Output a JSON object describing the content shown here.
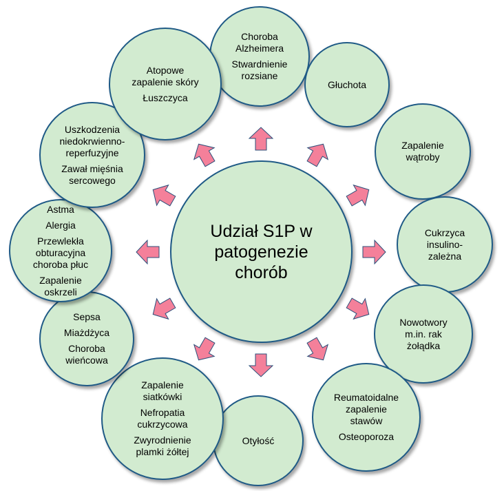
{
  "center": {
    "lines": [
      "Udział S1P w",
      "patogenezie",
      "chorób"
    ]
  },
  "diseases": [
    {
      "groups": [
        [
          "Choroba",
          "Alzheimera"
        ],
        [
          "Stwardnienie",
          "rozsiane"
        ]
      ]
    },
    {
      "groups": [
        [
          "Głuchota"
        ]
      ]
    },
    {
      "groups": [
        [
          "Zapalenie",
          "wątroby"
        ]
      ]
    },
    {
      "groups": [
        [
          "Cukrzyca",
          "insulino-",
          "zależna"
        ]
      ]
    },
    {
      "groups": [
        [
          "Nowotwory",
          "m.in. rak",
          "żołądka"
        ]
      ]
    },
    {
      "groups": [
        [
          "Reumatoidalne",
          "zapalenie",
          "stawów"
        ],
        [
          "Osteoporoza"
        ]
      ]
    },
    {
      "groups": [
        [
          "Otyłość"
        ]
      ]
    },
    {
      "groups": [
        [
          "Zapalenie",
          "siatkówki"
        ],
        [
          "Nefropatia",
          "cukrzycowa"
        ],
        [
          "Zwyrodnienie",
          "plamki żółtej"
        ]
      ]
    },
    {
      "groups": [
        [
          "Sepsa"
        ],
        [
          "Miażdżyca"
        ],
        [
          "Choroba",
          "wieńcowa"
        ]
      ]
    },
    {
      "groups": [
        [
          "Astma"
        ],
        [
          "Alergia"
        ],
        [
          "Przewlekła",
          "obturacyjna",
          "choroba płuc"
        ],
        [
          "Zapalenie",
          "oskrzeli"
        ]
      ]
    },
    {
      "groups": [
        [
          "Uszkodzenia",
          "niedokrwienno-",
          "reperfuzyjne"
        ],
        [
          "Zawał mięśnia",
          "sercowego"
        ]
      ]
    },
    {
      "groups": [
        [
          "Atopowe",
          "zapalenie skóry"
        ],
        [
          "Łuszczyca"
        ]
      ]
    }
  ],
  "colors": {
    "circle_fill": "#d2ebd0",
    "circle_border": "#1f5a86",
    "arrow_fill": "#f4809a",
    "arrow_border": "#2b4f7a"
  }
}
